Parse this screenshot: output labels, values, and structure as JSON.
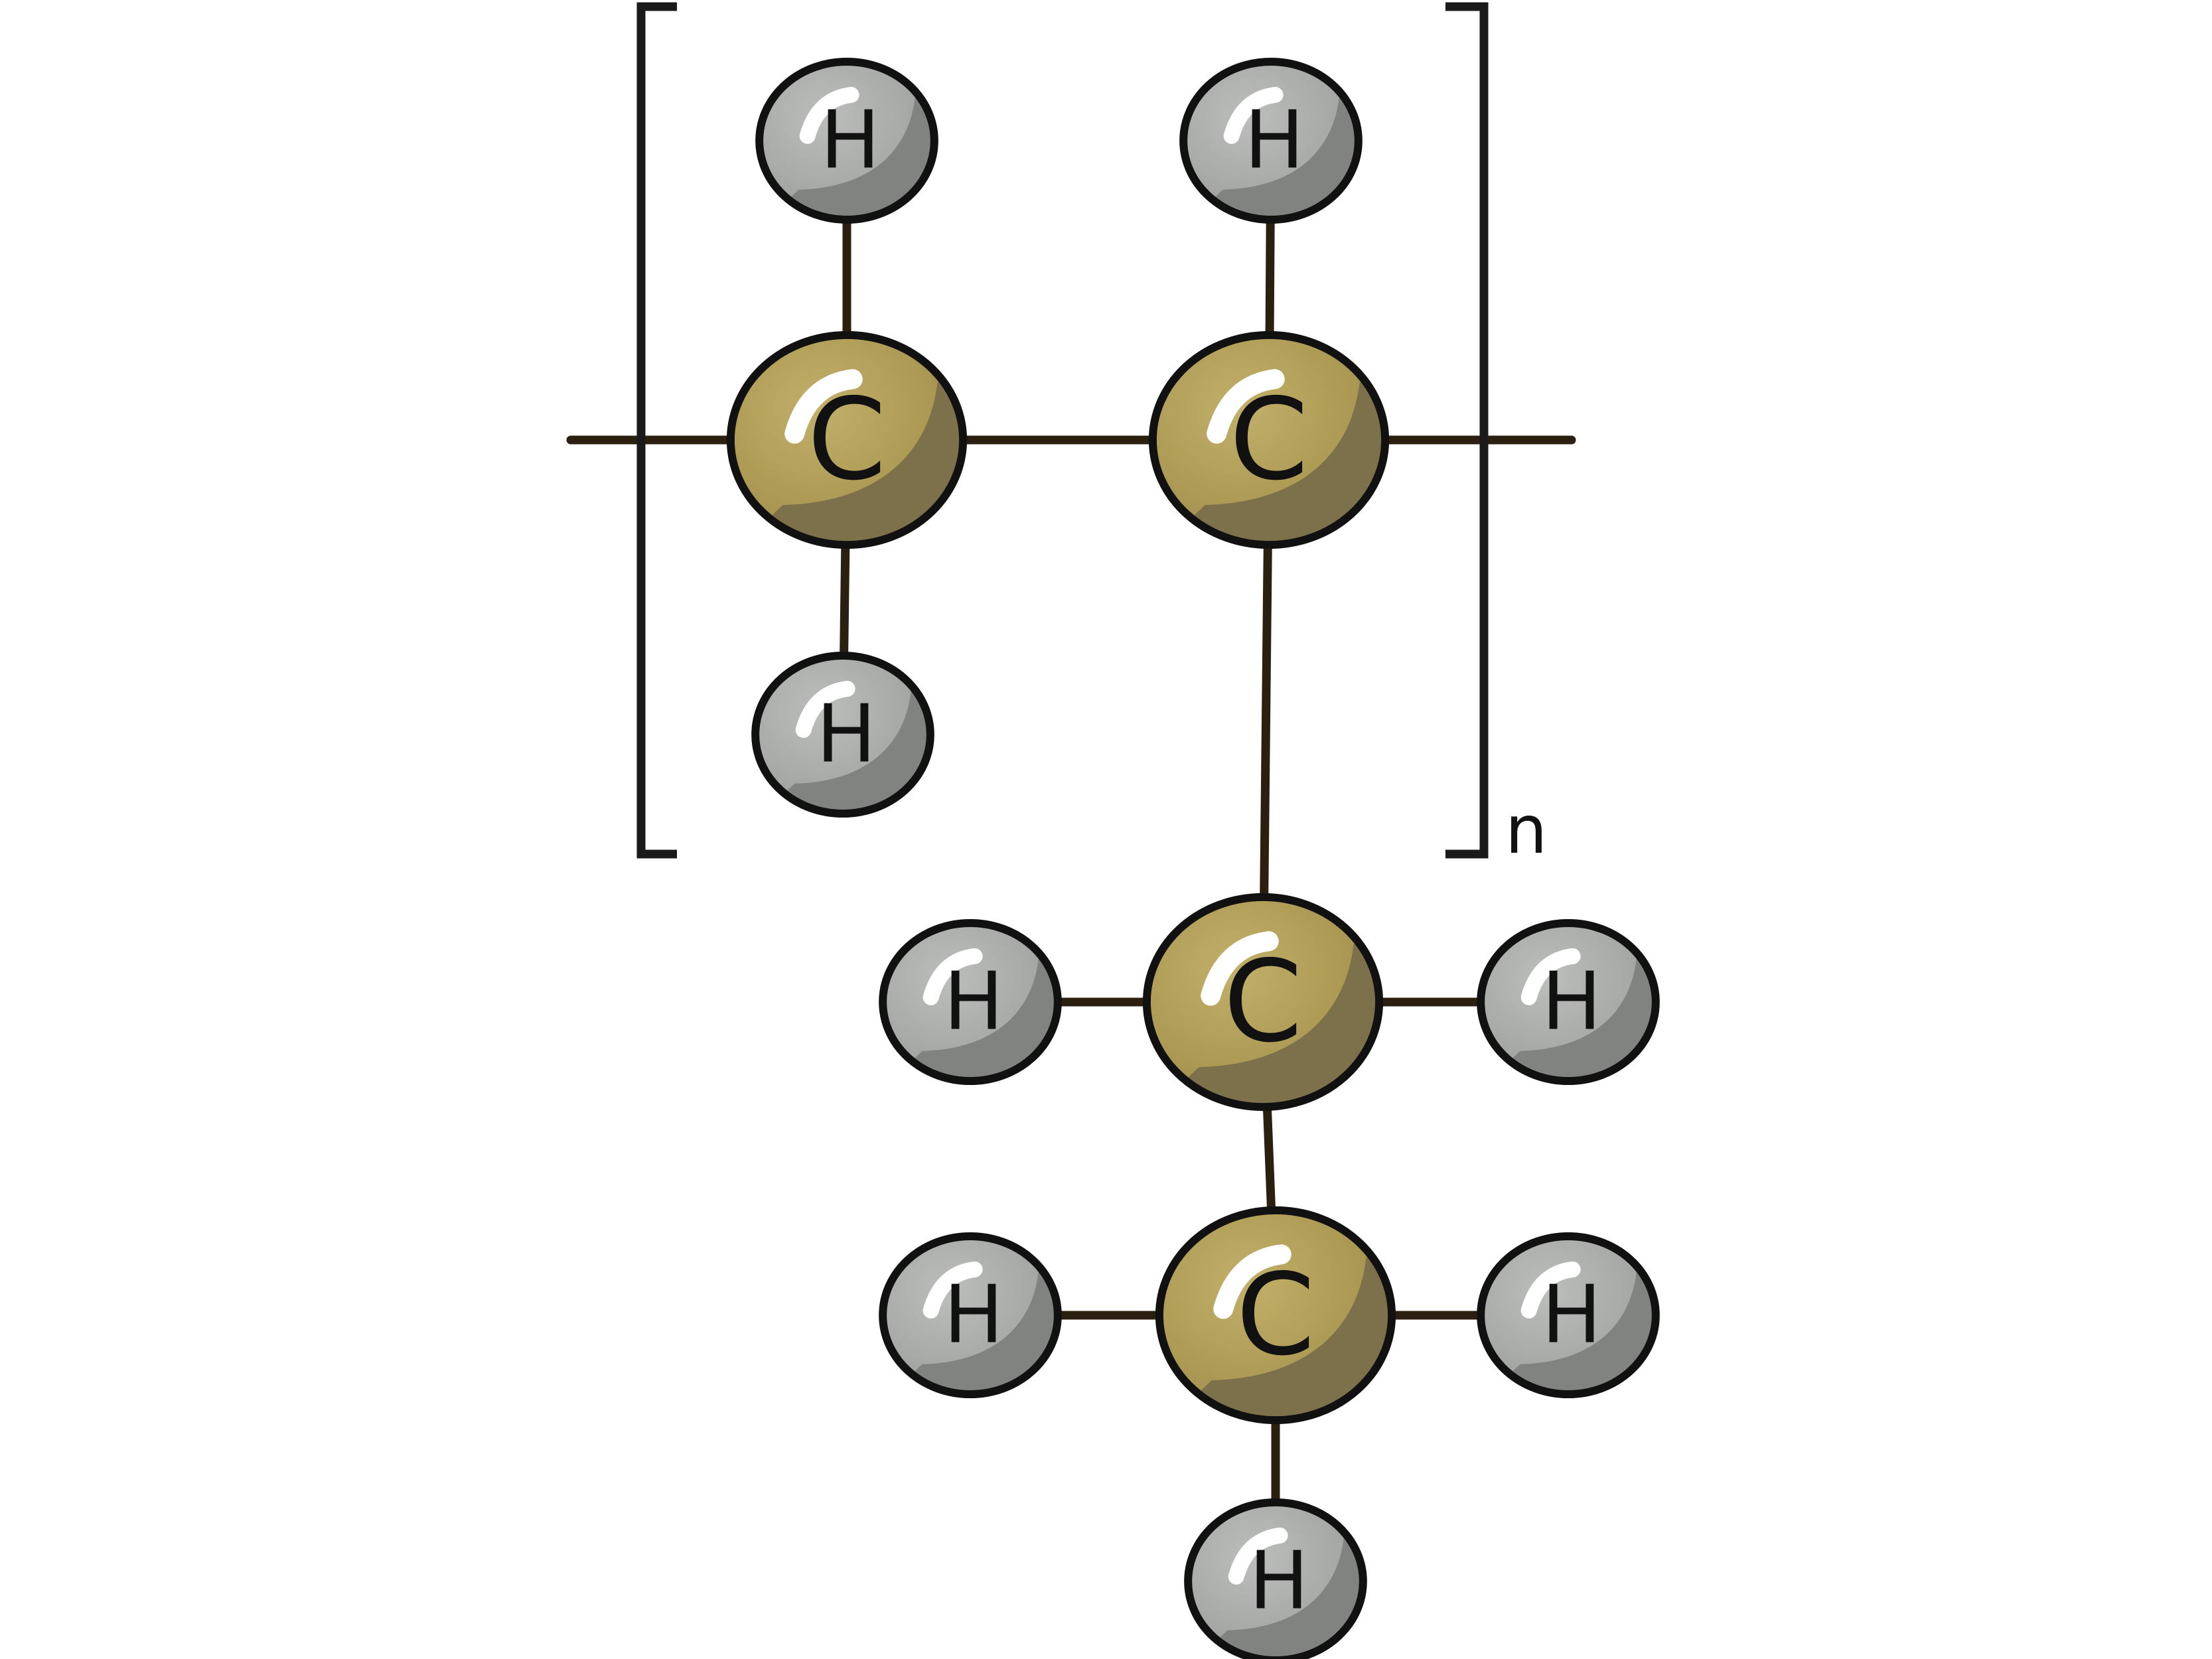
{
  "diagram": {
    "repeat_subscript": "n",
    "colors": {
      "carbon_fill": "#ad9a55",
      "carbon_shadow": "#7d714b",
      "hydrogen_fill": "#a8aaa8",
      "hydrogen_shadow": "#808380",
      "outline": "#111111",
      "bond": "#2b1f0f",
      "highlight": "#ffffff"
    },
    "atoms": [
      {
        "id": "C1",
        "element": "carbon",
        "label": "C"
      },
      {
        "id": "C2",
        "element": "carbon",
        "label": "C"
      },
      {
        "id": "C3",
        "element": "carbon",
        "label": "C"
      },
      {
        "id": "C4",
        "element": "carbon",
        "label": "C"
      },
      {
        "id": "H1",
        "element": "hydrogen",
        "label": "H"
      },
      {
        "id": "H2",
        "element": "hydrogen",
        "label": "H"
      },
      {
        "id": "H3",
        "element": "hydrogen",
        "label": "H"
      },
      {
        "id": "H4",
        "element": "hydrogen",
        "label": "H"
      },
      {
        "id": "H5",
        "element": "hydrogen",
        "label": "H"
      },
      {
        "id": "H6",
        "element": "hydrogen",
        "label": "H"
      },
      {
        "id": "H7",
        "element": "hydrogen",
        "label": "H"
      },
      {
        "id": "H8",
        "element": "hydrogen",
        "label": "H"
      }
    ],
    "bonds": [
      [
        "C1",
        "C2"
      ],
      [
        "C1",
        "H1"
      ],
      [
        "C1",
        "H3"
      ],
      [
        "C2",
        "H2"
      ],
      [
        "C2",
        "C3"
      ],
      [
        "C3",
        "H4"
      ],
      [
        "C3",
        "H5"
      ],
      [
        "C3",
        "C4"
      ],
      [
        "C4",
        "H6"
      ],
      [
        "C4",
        "H7"
      ],
      [
        "C4",
        "H8"
      ]
    ]
  }
}
